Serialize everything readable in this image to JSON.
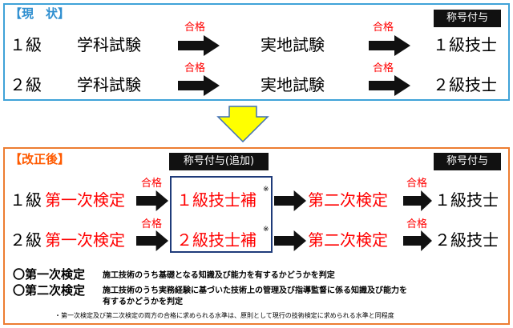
{
  "current": {
    "title": "【現　状】",
    "badge": "称号付与",
    "pass_label": "合格",
    "rows": [
      {
        "grade": "１級",
        "step1": "学科試験",
        "step2": "実地試験",
        "result": "１級技士"
      },
      {
        "grade": "２級",
        "step1": "学科試験",
        "step2": "実地試験",
        "result": "２級技士"
      }
    ]
  },
  "revised": {
    "title": "【改正後】",
    "badge_addition": "称号付与(追加)",
    "badge": "称号付与",
    "pass_label": "合格",
    "note_mark": "※",
    "rows": [
      {
        "grade": "１級",
        "step1": "第一次検定",
        "mid": "１級技士補",
        "step2": "第二次検定",
        "result": "１級技士"
      },
      {
        "grade": "２級",
        "step1": "第一次検定",
        "mid": "２級技士補",
        "step2": "第二次検定",
        "result": "２級技士"
      }
    ],
    "definitions": [
      {
        "head": "〇第一次検定",
        "lines": [
          "施工技術のうち基礎となる知識及び能力を有するかどうかを判定"
        ]
      },
      {
        "head": "〇第二次検定",
        "lines": [
          "施工技術のうち実務経験に基づいた技術上の管理及び指導監督に係る知識及び能力を",
          "有するかどうかを判定"
        ]
      }
    ],
    "footnote": "・第一次検定及び第二次検定の両方の合格に求められる水準は、原則として現行の技術検定に求められる水準と同程度"
  },
  "colors": {
    "current_border": "#3fa2d8",
    "revised_border": "#ed7d31",
    "accent_red": "#ff0000",
    "down_arrow_fill": "#ffff00",
    "addition_box_border": "#1f3b7a"
  }
}
